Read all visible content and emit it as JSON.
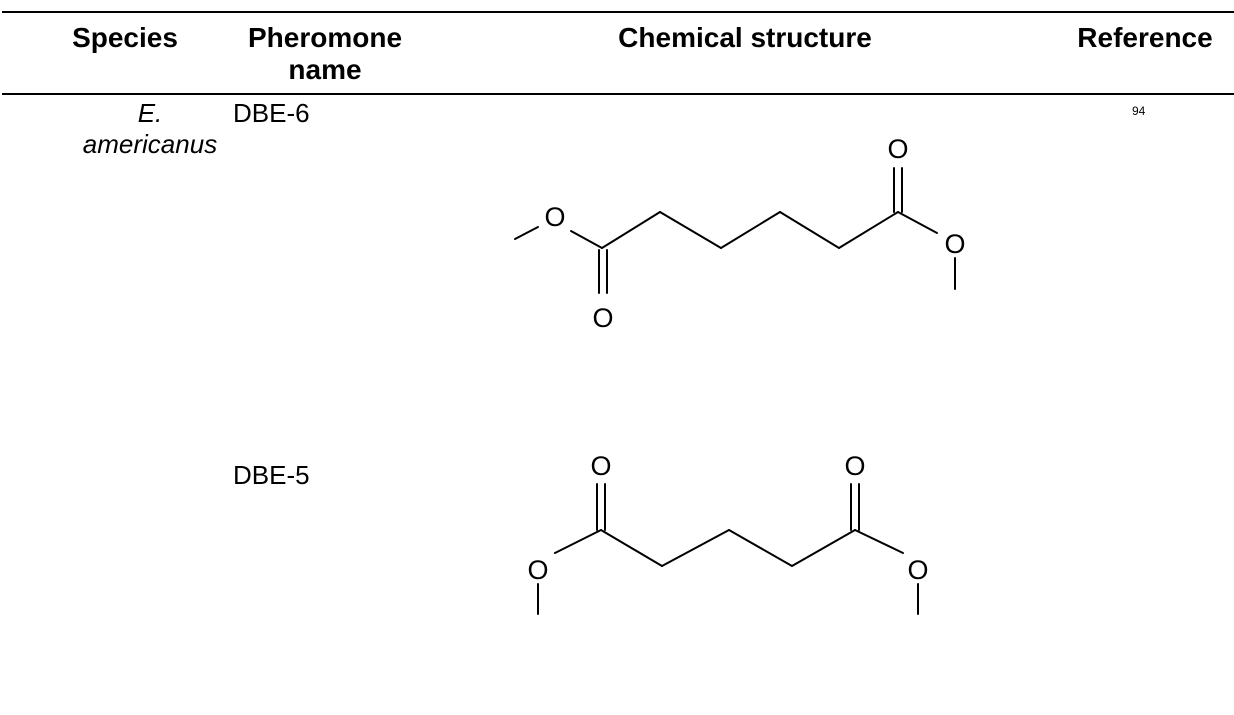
{
  "table": {
    "headers": {
      "species": "Species",
      "pheromone_line1": "Pheromone",
      "pheromone_line2": "name",
      "structure": "Chemical structure",
      "reference": "Reference"
    },
    "rows": [
      {
        "species_line1": "E.",
        "species_line2": "americanus",
        "pheromone": "DBE-6",
        "reference": "94",
        "atom_label": "O"
      },
      {
        "species_line1": "",
        "species_line2": "",
        "pheromone": "DBE-5",
        "reference": "",
        "atom_label": "O"
      }
    ]
  }
}
